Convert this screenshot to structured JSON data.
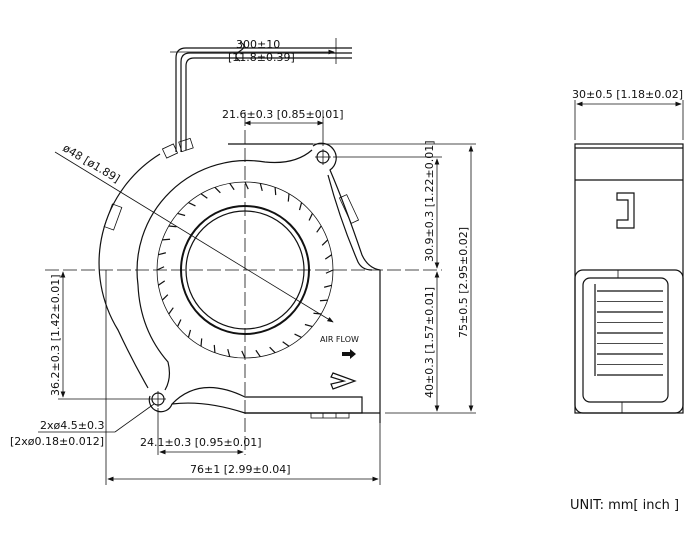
{
  "dims": {
    "cable_length": "300±10",
    "cable_length_in": "[11.8±0.39]",
    "hole_offset_top": "21.6±0.3  [0.85±0.01]",
    "impeller_diameter": "ø48  [ø1.89]",
    "hole_to_center_v": "30.9±0.3  [1.22±0.01]",
    "overall_height": "75±0.5  [2.95±0.02]",
    "center_to_bottom": "40±0.3  [1.57±0.01]",
    "center_to_hole_bottom": "36.2±0.3  [1.42±0.01]",
    "hole_diameter": "2xø4.5±0.3",
    "hole_diameter_in": "[2xø0.18±0.012]",
    "hole_offset_bottom": "24.1±0.3  [0.95±0.01]",
    "overall_width": "76±1  [2.99±0.04]",
    "thickness": "30±0.5  [1.18±0.02]"
  },
  "labels": {
    "air_flow": "AIR FLOW",
    "unit": "UNIT: mm[ inch ]"
  },
  "blade_count": 36
}
